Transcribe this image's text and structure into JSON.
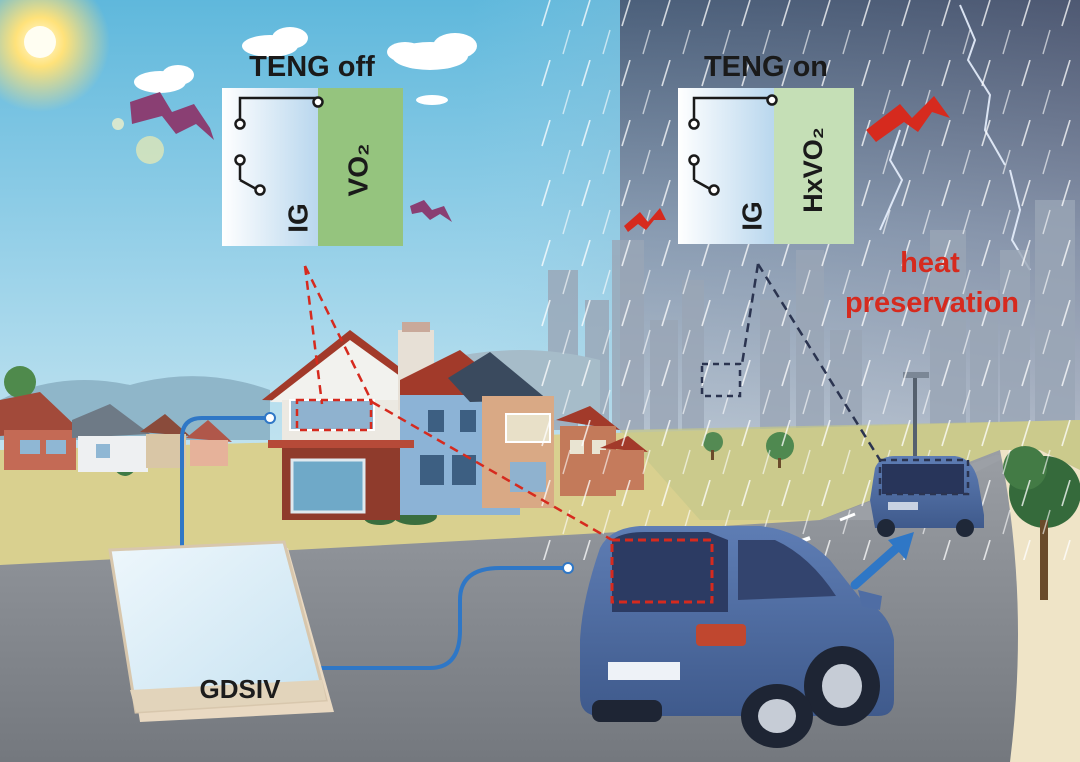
{
  "labels": {
    "off_title": "TENG off",
    "on_title": "TENG on",
    "ig_left": "IG",
    "vo2": "VO₂",
    "ig_right": "IG",
    "hxvo2": "HxVO₂",
    "heat_line1": "heat",
    "heat_line2": "preservation",
    "device": "GDSIV"
  },
  "colors": {
    "red_accent": "#d62a1e",
    "vo2_green": "#95c47e",
    "hxvo2_green": "#c5dfb6",
    "ig_blue": "#cfe4f3",
    "car_blue": "#4f6da4",
    "wire_blue": "#2f77c6",
    "purple_wave": "#8a3f73",
    "road_gray": "#8a8e94"
  }
}
